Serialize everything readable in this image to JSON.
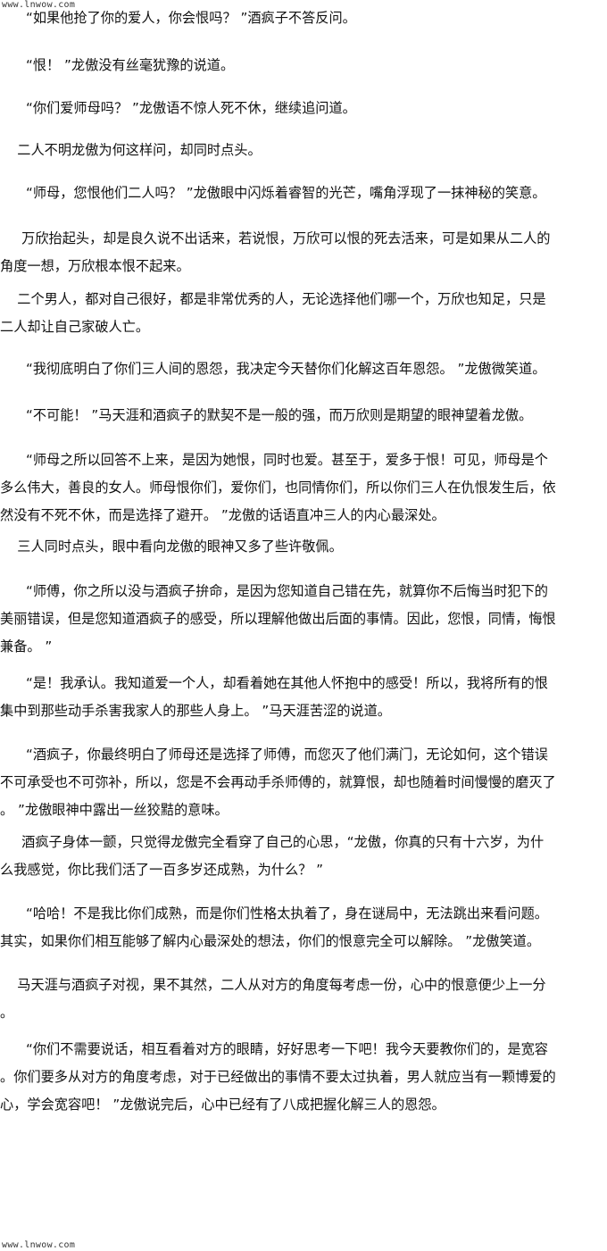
{
  "watermark_top": "www.lnwow.com",
  "watermark_bottom": "www.lnwow.com",
  "paragraphs": [
    {
      "lines": [
        "      “如果他抢了你的爱人，你会恨吗？ ”酒疯子不答反问。"
      ]
    },
    {
      "lines": [
        "      “恨！ ”龙傲没有丝毫犹豫的说道。"
      ]
    },
    {
      "lines": [
        "      “你们爱师母吗？ ”龙傲语不惊人死不休，继续追问道。"
      ]
    },
    {
      "lines": [
        "    二人不明龙傲为何这样问，却同时点头。"
      ]
    },
    {
      "lines": [
        "      “师母，您恨他们二人吗？ ”龙傲眼中闪烁着睿智的光芒，嘴角浮现了一抹神秘的笑意。"
      ]
    },
    {
      "lines": [
        "     万欣抬起头，却是良久说不出话来，若说恨，万欣可以恨的死去活来，可是如果从二人的",
        "角度一想，万欣根本恨不起来。"
      ]
    },
    {
      "lines": [
        "    二个男人，都对自己很好，都是非常优秀的人，无论选择他们哪一个，万欣也知足，只是",
        "二人却让自己家破人亡。"
      ]
    },
    {
      "lines": [
        "      “我彻底明白了你们三人间的恩怨，我决定今天替你们化解这百年恩怨。 ”龙傲微笑道。"
      ]
    },
    {
      "lines": [
        "      “不可能！ ”马天涯和酒疯子的默契不是一般的强，而万欣则是期望的眼神望着龙傲。"
      ]
    },
    {
      "lines": [
        "      “师母之所以回答不上来，是因为她恨，同时也爱。甚至于，爱多于恨！可见，师母是个",
        "多么伟大，善良的女人。师母恨你们，爱你们，也同情你们，所以你们三人在仇恨发生后，依",
        "然没有不死不休，而是选择了避开。 ”龙傲的话语直冲三人的内心最深处。"
      ]
    },
    {
      "lines": [
        "    三人同时点头，眼中看向龙傲的眼神又多了些许敬佩。"
      ]
    },
    {
      "lines": [
        "      “师傅，你之所以没与酒疯子拚命，是因为您知道自己错在先，就算你不后悔当时犯下的",
        "美丽错误，但是您知道酒疯子的感受，所以理解他做出后面的事情。因此，您恨，同情，悔恨",
        "兼备。 ”"
      ]
    },
    {
      "lines": [
        "      “是！我承认。我知道爱一个人，却看着她在其他人怀抱中的感受！所以，我将所有的恨",
        "集中到那些动手杀害我家人的那些人身上。 ”马天涯苦涩的说道。"
      ]
    },
    {
      "lines": [
        "      “酒疯子，你最终明白了师母还是选择了师傅，而您灭了他们满门，无论如何，这个错误",
        "不可承受也不可弥补，所以，您是不会再动手杀师傅的，就算恨，却也随着时间慢慢的磨灭了",
        "。 ”龙傲眼神中露出一丝狡黠的意味。"
      ]
    },
    {
      "lines": [
        "     酒疯子身体一颤，只觉得龙傲完全看穿了自己的心思，“龙傲，你真的只有十六岁，为什",
        "么我感觉，你比我们活了一百多岁还成熟，为什么？ ”"
      ]
    },
    {
      "lines": [
        "      “哈哈！不是我比你们成熟，而是你们性格太执着了，身在谜局中，无法跳出来看问题。",
        "其实，如果你们相互能够了解内心最深处的想法，你们的恨意完全可以解除。 ”龙傲笑道。"
      ]
    },
    {
      "lines": [
        "    马天涯与酒疯子对视，果不其然，二人从对方的角度每考虑一份，心中的恨意便少上一分",
        "。"
      ]
    },
    {
      "lines": [
        "      “你们不需要说话，相互看着对方的眼睛，好好思考一下吧！我今天要教你们的，是宽容",
        "。你们要多从对方的角度考虑，对于已经做出的事情不要太过执着，男人就应当有一颗博爱的",
        "心，学会宽容吧！ ”龙傲说完后，心中已经有了八成把握化解三人的恩怨。"
      ]
    }
  ]
}
